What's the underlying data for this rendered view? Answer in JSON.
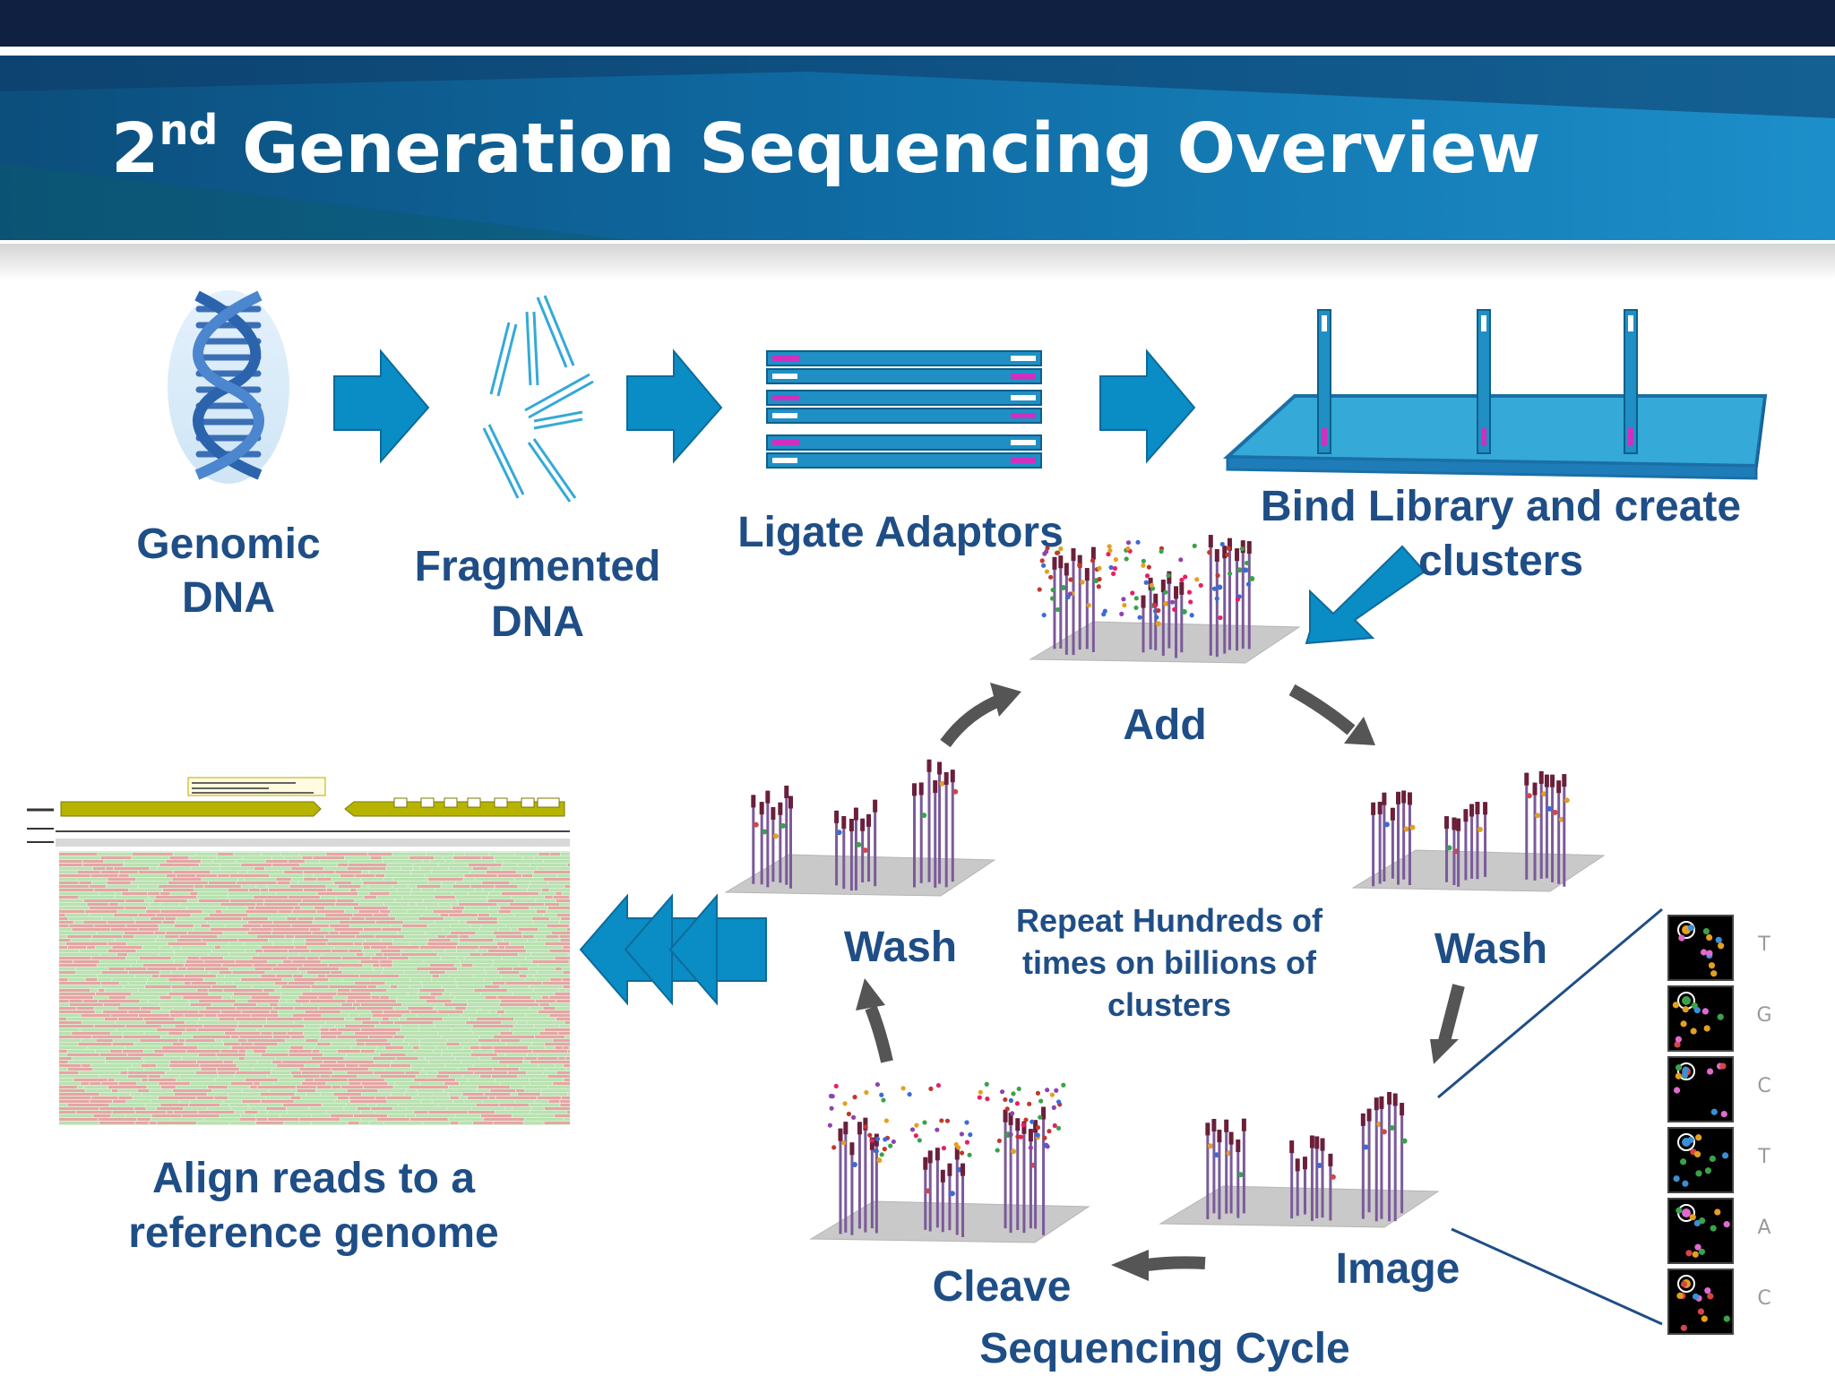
{
  "slide": {
    "title_main": "2",
    "title_sup": "nd",
    "title_rest": " Generation Sequencing Overview"
  },
  "steps": {
    "genomic": [
      "Genomic",
      "DNA"
    ],
    "fragmented": [
      "Fragmented",
      "DNA"
    ],
    "ligate": "Ligate Adaptors",
    "bind": [
      "Bind Library and create",
      "clusters"
    ],
    "align": [
      "Align reads to a",
      "reference genome"
    ]
  },
  "cycle": {
    "add": "Add",
    "wash_left": "Wash",
    "wash_right": "Wash",
    "repeat": [
      "Repeat Hundreds of",
      "times on billions of",
      "clusters"
    ],
    "image": "Image",
    "cleave": "Cleave",
    "caption": "Sequencing Cycle"
  },
  "bases": [
    "T",
    "G",
    "C",
    "T",
    "A",
    "C"
  ],
  "colors": {
    "navy": "#0f2040",
    "label_blue": "#1f4e86",
    "arrow_blue": "#0a8cc5",
    "cycle_arrow": "#555555",
    "adaptor": "#d02fbf"
  }
}
